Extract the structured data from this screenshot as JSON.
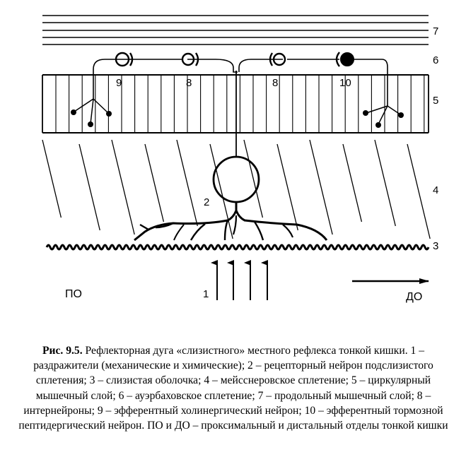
{
  "diagram": {
    "labels": {
      "l1": "1",
      "l2": "2",
      "l3": "3",
      "l4": "4",
      "l5": "5",
      "l6": "6",
      "l7": "7",
      "n9": "9",
      "n8a": "8",
      "n8b": "8",
      "n10": "10",
      "po": "ПО",
      "do": "ДО"
    }
  },
  "caption": {
    "figure_no": "Рис. 9.5.",
    "text": " Рефлекторная дуга «слизистного» местного рефлекса тонкой кишки. 1 – раздражители (механические и химические); 2 – рецепторный нейрон подслизистого сплетения; 3 – слизистая оболочка; 4 – мейсснеровское сплетение; 5 – циркулярный мышечный слой; 6 – ауэрбаховское сплетение; 7 – продольный мышечный слой; 8 – интернейроны; 9 – эфферентный холинергический нейрон; 10 – эфферентный тормозной пептидергический нейрон. ПО и ДО – проксимальный и дистальный отделы тонкой кишки"
  }
}
